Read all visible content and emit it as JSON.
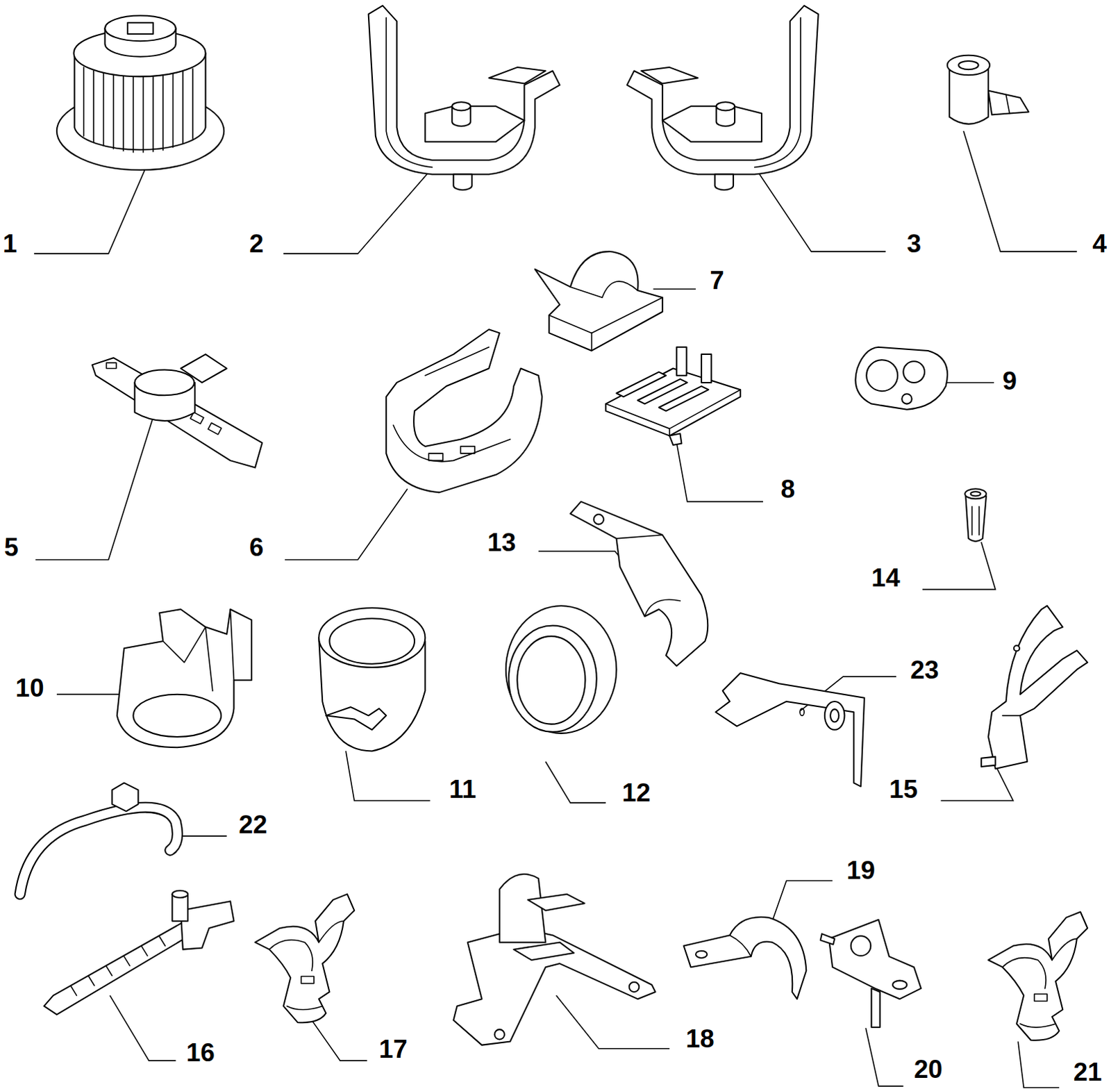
{
  "diagram": {
    "labels": [
      "1",
      "2",
      "3",
      "4",
      "7",
      "9",
      "5",
      "6",
      "8",
      "13",
      "14",
      "10",
      "11",
      "12",
      "23",
      "15",
      "22",
      "19",
      "16",
      "17",
      "18",
      "20",
      "21"
    ]
  }
}
